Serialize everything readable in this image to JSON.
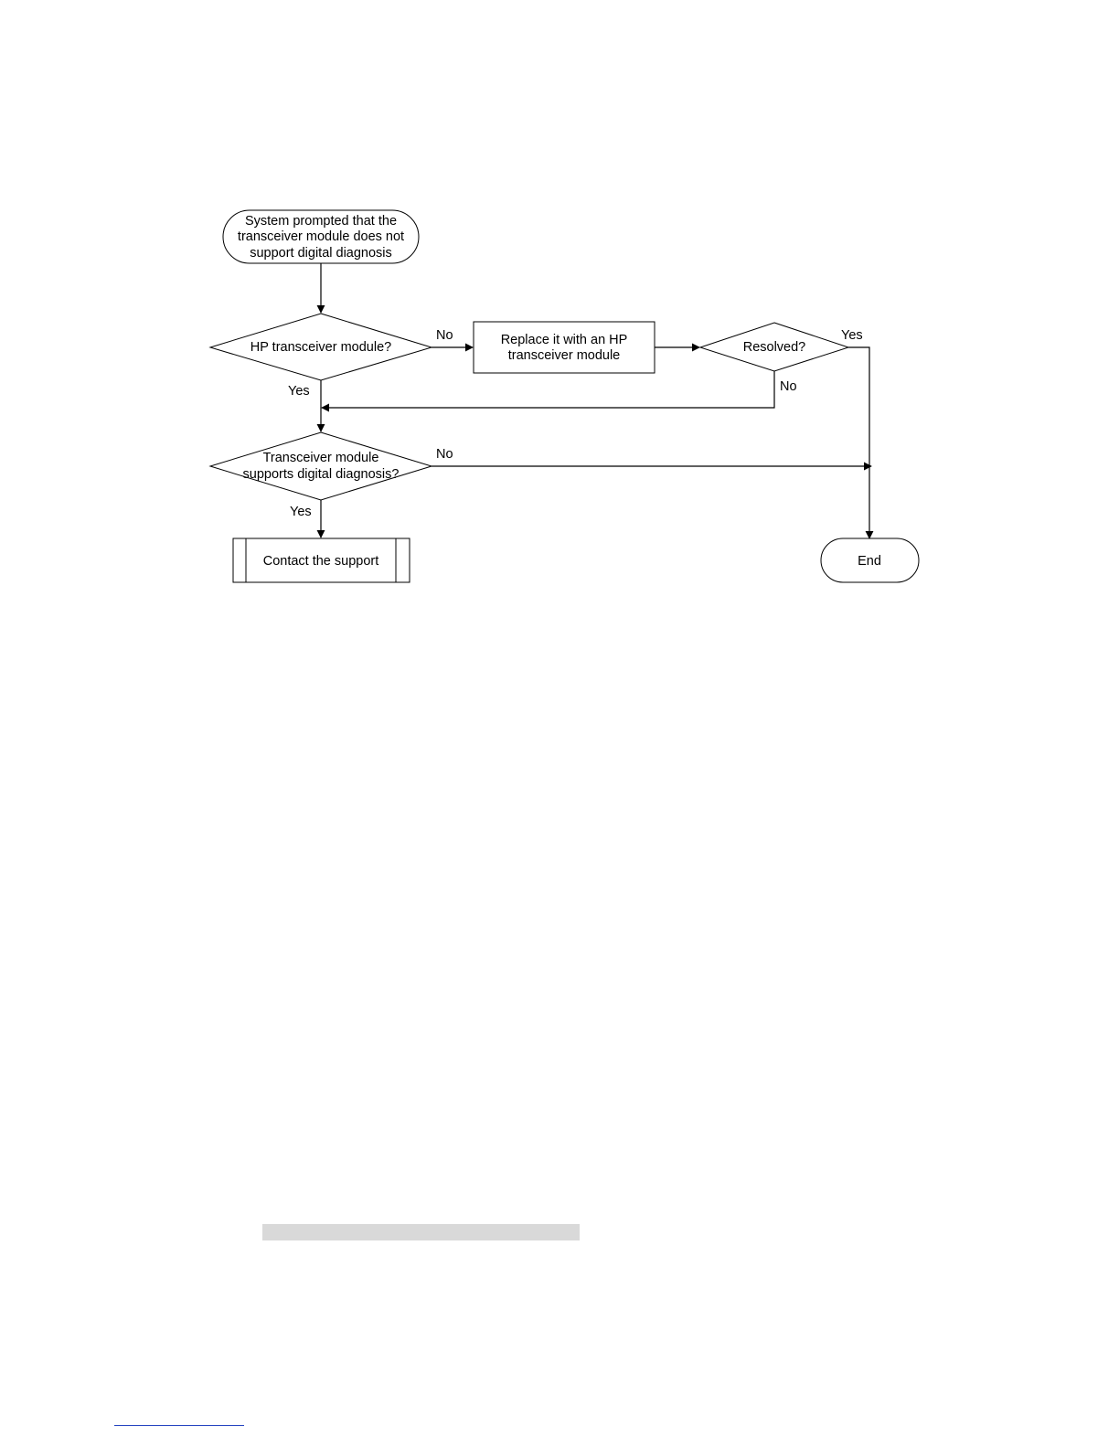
{
  "nodes": {
    "start": {
      "lines": [
        "System prompted that the",
        "transceiver module does not",
        "support digital diagnosis"
      ]
    },
    "hp_check": {
      "lines": [
        "HP transceiver module?"
      ]
    },
    "replace": {
      "lines": [
        "Replace it with an HP",
        "transceiver module"
      ]
    },
    "resolved": {
      "lines": [
        "Resolved?"
      ]
    },
    "dd_check": {
      "lines": [
        "Transceiver module",
        "supports digital diagnosis?"
      ]
    },
    "contact": {
      "lines": [
        "Contact the support"
      ]
    },
    "end": {
      "lines": [
        "End"
      ]
    }
  },
  "edge_labels": {
    "hp_no": "No",
    "hp_yes": "Yes",
    "resolved_yes": "Yes",
    "resolved_no": "No",
    "dd_no": "No",
    "dd_yes": "Yes"
  }
}
